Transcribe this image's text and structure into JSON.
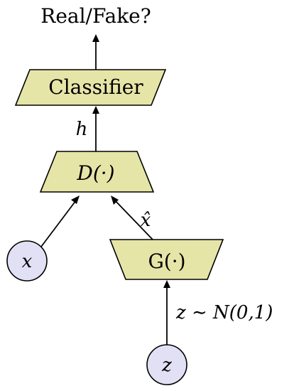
{
  "title": "Real/Fake?",
  "blocks": {
    "classifier": "Classifier",
    "discriminator": "D(·)",
    "generator": "G(·)"
  },
  "nodes": {
    "x": "x",
    "z": "z"
  },
  "edge_labels": {
    "h": "h",
    "x_hat": "x̂",
    "noise": "z ∼ N(0,1)"
  },
  "colors": {
    "block_fill": "#E6E5A8",
    "node_fill": "#E2E0F5",
    "stroke": "#000000"
  }
}
